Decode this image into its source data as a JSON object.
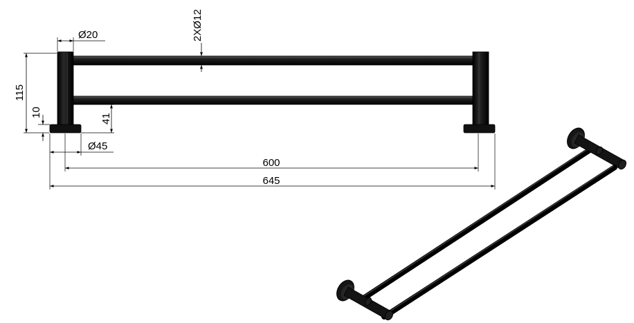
{
  "dimensions": {
    "rail_diameter": "2XØ12",
    "post_diameter": "Ø20",
    "base_diameter": "Ø45",
    "total_height": "115",
    "base_height": "10",
    "lower_rail_height": "41",
    "rail_span": "600",
    "overall_length": "645"
  },
  "colors": {
    "finish": "#1a1a1a",
    "line": "#000000",
    "background": "#ffffff"
  }
}
